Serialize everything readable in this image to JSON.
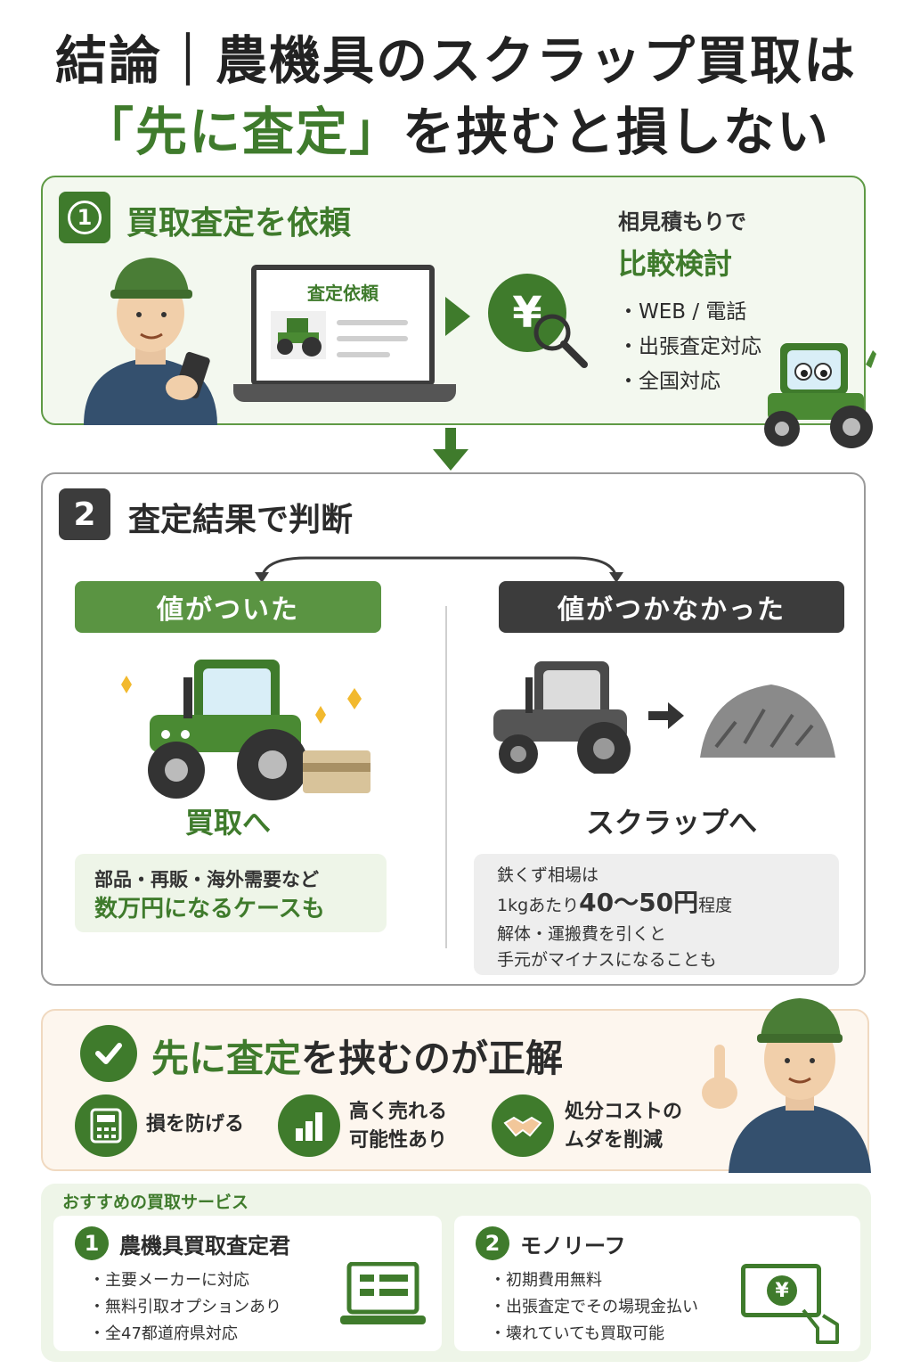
{
  "title": {
    "line1": "結論｜農機具のスクラップ買取は",
    "line2_green": "「先に査定」",
    "line2_rest": "を挟むと損しない"
  },
  "step1": {
    "number": "1",
    "title": "買取査定を依頼",
    "laptop_label": "査定依頼",
    "yen_symbol": "¥",
    "compare_line1": "相見積もりで",
    "compare_line2": "比較検討",
    "bullets": [
      "・WEB / 電話",
      "・出張査定対応",
      "・全国対応"
    ]
  },
  "step2": {
    "number": "2",
    "title": "査定結果で判断",
    "left": {
      "pill": "値がついた",
      "result": "買取へ",
      "note_line1": "部品・再販・海外需要など",
      "note_line2": "数万円になるケースも"
    },
    "right": {
      "pill": "値がつかなかった",
      "result": "スクラップへ",
      "note_line1": "鉄くず相場は",
      "note_line2_pre": "1kgあたり",
      "note_line2_big": "40〜50円",
      "note_line2_post": "程度",
      "note_line3": "解体・運搬費を引くと",
      "note_line4": "手元がマイナスになることも"
    }
  },
  "conclusion": {
    "title_green": "先に査定",
    "title_rest": "を挟むのが正解",
    "benefits": [
      {
        "line1": "損を防げる",
        "line2": ""
      },
      {
        "line1": "高く売れる",
        "line2": "可能性あり"
      },
      {
        "line1": "処分コストの",
        "line2": "ムダを削減"
      }
    ]
  },
  "services": {
    "label": "おすすめの買取サービス",
    "items": [
      {
        "number": "1",
        "name": "農機具買取査定君",
        "bullets": [
          "・主要メーカーに対応",
          "・無料引取オプションあり",
          "・全47都道府県対応"
        ]
      },
      {
        "number": "2",
        "name": "モノリーフ",
        "bullets": [
          "・初期費用無料",
          "・出張査定でその場現金払い",
          "・壊れていても買取可能"
        ]
      }
    ],
    "yen_symbol": "¥"
  },
  "colors": {
    "green": "#3f7b2c",
    "dark": "#3c3c3c",
    "cream": "#fdf6ee"
  }
}
